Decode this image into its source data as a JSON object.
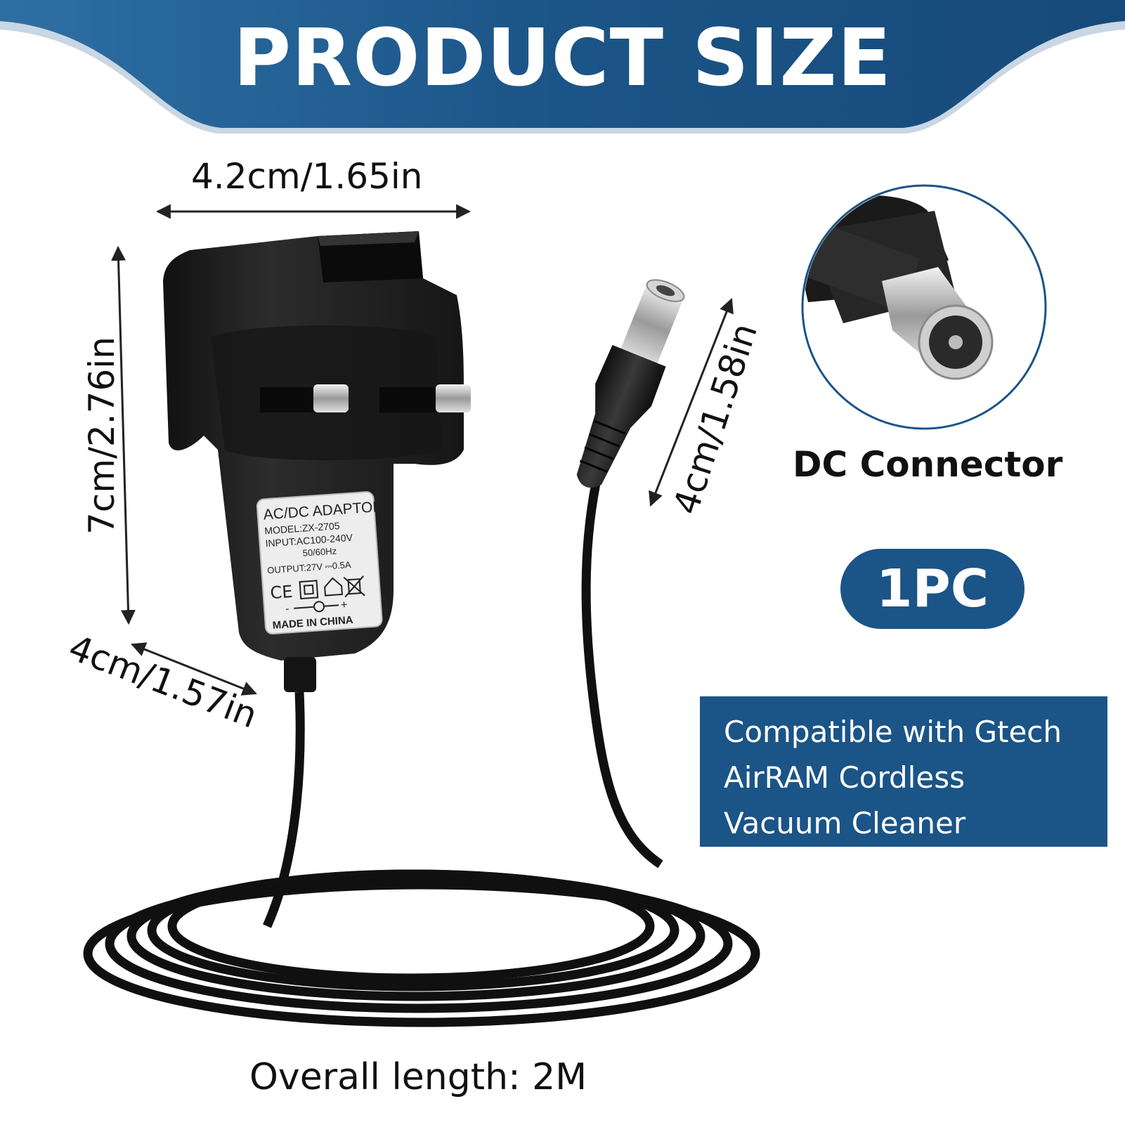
{
  "header": {
    "title": "PRODUCT SIZE",
    "band_color": "#1b5487"
  },
  "dimensions": {
    "width": "4.2cm/1.65in",
    "height": "7cm/2.76in",
    "depth": "4cm/1.57in",
    "connector_length": "4cm/1.58in"
  },
  "adapter_label": {
    "title": "AC/DC ADAPTOR",
    "model": "MODEL:ZX-2705",
    "input": "INPUT:AC100-240V",
    "frequency": "50/60Hz",
    "output": "OUTPUT:27V ⎓0.5A",
    "origin": "MADE IN CHINA",
    "polarity_minus": "-",
    "polarity_plus": "+"
  },
  "connector": {
    "label": "DC Connector"
  },
  "quantity": "1PC",
  "compatibility": "Compatible with Gtech AirRAM Cordless Vacuum Cleaner",
  "overall_length": "Overall length: 2M",
  "icons": [
    "ce-mark-icon",
    "double-insulation-icon",
    "indoor-use-icon",
    "weee-bin-icon"
  ],
  "colors": {
    "accent": "#1b5487",
    "product": "#1a1a1a",
    "text": "#111111"
  }
}
